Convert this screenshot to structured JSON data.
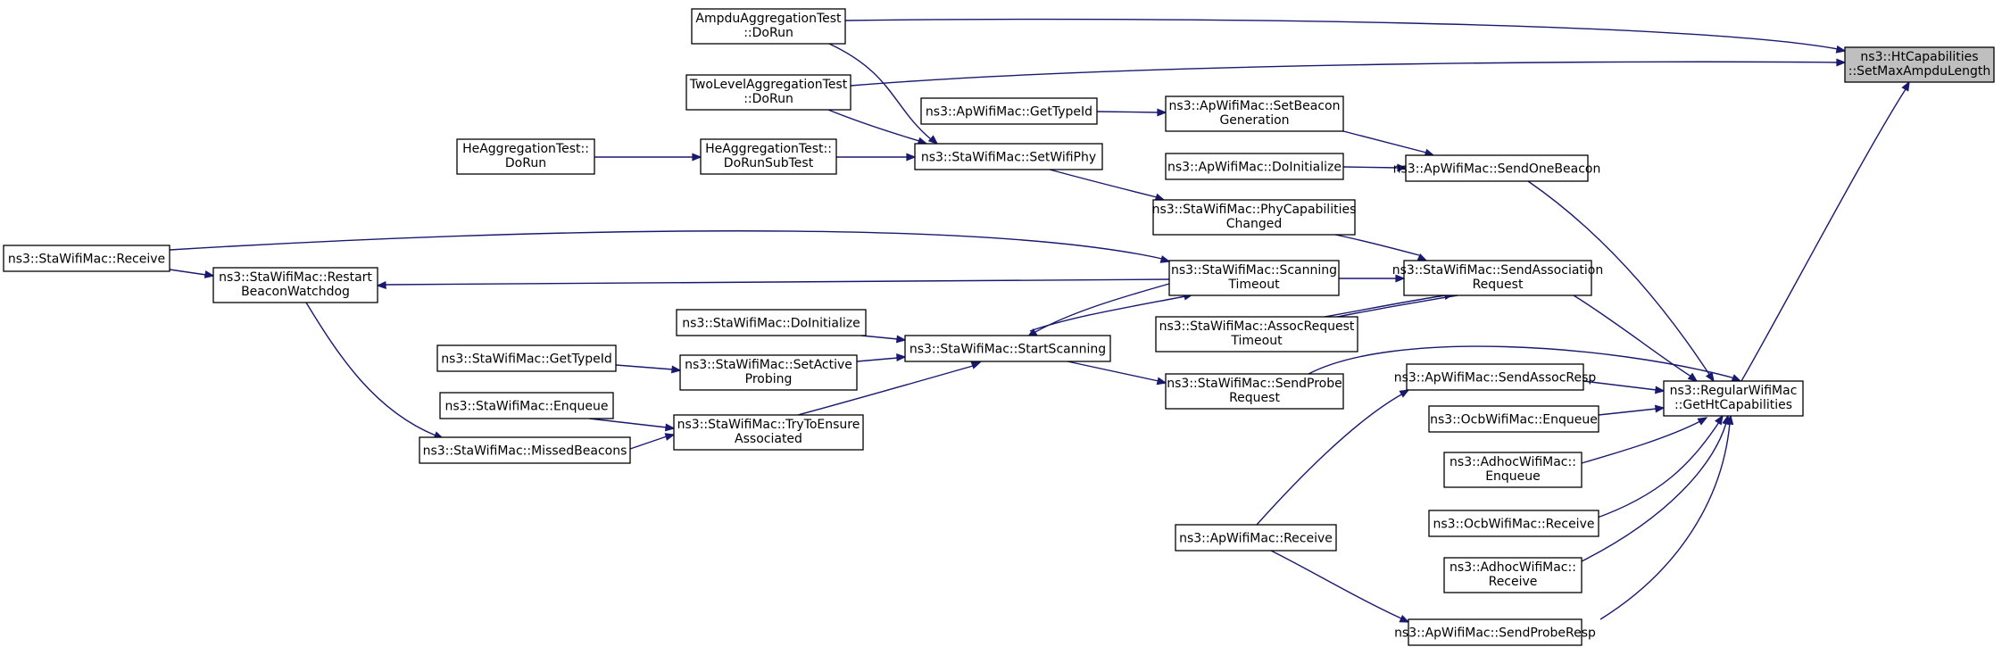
{
  "nodes": {
    "ht_setmax": {
      "lines": [
        "ns3::HtCapabilities",
        "::SetMaxAmpduLength"
      ]
    },
    "ampdu_dorun": {
      "lines": [
        "AmpduAggregationTest",
        "::DoRun"
      ]
    },
    "twolevel_dorun": {
      "lines": [
        "TwoLevelAggregationTest",
        "::DoRun"
      ]
    },
    "he_dorun": {
      "lines": [
        "HeAggregationTest::",
        "DoRun"
      ]
    },
    "he_dorunsub": {
      "lines": [
        "HeAggregationTest::",
        "DoRunSubTest"
      ]
    },
    "ap_gettypeid": {
      "lines": [
        "ns3::ApWifiMac::GetTypeId"
      ]
    },
    "ap_setbeacon": {
      "lines": [
        "ns3::ApWifiMac::SetBeacon",
        "Generation"
      ]
    },
    "sta_setwifiphy": {
      "lines": [
        "ns3::StaWifiMac::SetWifiPhy"
      ]
    },
    "ap_doinitialize": {
      "lines": [
        "ns3::ApWifiMac::DoInitialize"
      ]
    },
    "ap_sendonebeacon": {
      "lines": [
        "ns3::ApWifiMac::SendOneBeacon"
      ]
    },
    "sta_phycap": {
      "lines": [
        "ns3::StaWifiMac::PhyCapabilities",
        "Changed"
      ]
    },
    "sta_receive": {
      "lines": [
        "ns3::StaWifiMac::Receive"
      ]
    },
    "sta_restart": {
      "lines": [
        "ns3::StaWifiMac::Restart",
        "BeaconWatchdog"
      ]
    },
    "sta_scanning": {
      "lines": [
        "ns3::StaWifiMac::Scanning",
        "Timeout"
      ]
    },
    "sta_sendassoc": {
      "lines": [
        "ns3::StaWifiMac::SendAssociation",
        "Request"
      ]
    },
    "sta_doinitialize": {
      "lines": [
        "ns3::StaWifiMac::DoInitialize"
      ]
    },
    "sta_startscanning": {
      "lines": [
        "ns3::StaWifiMac::StartScanning"
      ]
    },
    "sta_assocreqtimeout": {
      "lines": [
        "ns3::StaWifiMac::AssocRequest",
        "Timeout"
      ]
    },
    "sta_gettypeid": {
      "lines": [
        "ns3::StaWifiMac::GetTypeId"
      ]
    },
    "sta_setactive": {
      "lines": [
        "ns3::StaWifiMac::SetActive",
        "Probing"
      ]
    },
    "sta_sendprobe": {
      "lines": [
        "ns3::StaWifiMac::SendProbe",
        "Request"
      ]
    },
    "ap_sendassocresp": {
      "lines": [
        "ns3::ApWifiMac::SendAssocResp"
      ]
    },
    "regular_getht": {
      "lines": [
        "ns3::RegularWifiMac",
        "::GetHtCapabilities"
      ]
    },
    "sta_enqueue": {
      "lines": [
        "ns3::StaWifiMac::Enqueue"
      ]
    },
    "sta_trytoensure": {
      "lines": [
        "ns3::StaWifiMac::TryToEnsure",
        "Associated"
      ]
    },
    "ocb_enqueue": {
      "lines": [
        "ns3::OcbWifiMac::Enqueue"
      ]
    },
    "sta_missedbeacons": {
      "lines": [
        "ns3::StaWifiMac::MissedBeacons"
      ]
    },
    "adhoc_enqueue": {
      "lines": [
        "ns3::AdhocWifiMac::",
        "Enqueue"
      ]
    },
    "ocb_receive": {
      "lines": [
        "ns3::OcbWifiMac::Receive"
      ]
    },
    "ap_receive": {
      "lines": [
        "ns3::ApWifiMac::Receive"
      ]
    },
    "adhoc_receive": {
      "lines": [
        "ns3::AdhocWifiMac::",
        "Receive"
      ]
    },
    "ap_sendproberesp": {
      "lines": [
        "ns3::ApWifiMac::SendProbeResp"
      ]
    }
  },
  "edges": [
    {
      "from": "ampdu_dorun",
      "to": "ht_setmax"
    },
    {
      "from": "twolevel_dorun",
      "to": "ht_setmax"
    },
    {
      "from": "regular_getht",
      "to": "ht_setmax"
    },
    {
      "from": "ampdu_dorun",
      "to": "sta_setwifiphy"
    },
    {
      "from": "twolevel_dorun",
      "to": "sta_setwifiphy"
    },
    {
      "from": "he_dorunsub",
      "to": "sta_setwifiphy"
    },
    {
      "from": "he_dorun",
      "to": "he_dorunsub"
    },
    {
      "from": "ap_gettypeid",
      "to": "ap_setbeacon"
    },
    {
      "from": "ap_setbeacon",
      "to": "ap_sendonebeacon"
    },
    {
      "from": "ap_doinitialize",
      "to": "ap_sendonebeacon"
    },
    {
      "from": "ap_sendonebeacon",
      "to": "regular_getht"
    },
    {
      "from": "sta_setwifiphy",
      "to": "sta_phycap"
    },
    {
      "from": "sta_phycap",
      "to": "sta_sendassoc"
    },
    {
      "from": "sta_receive",
      "to": "sta_scanning"
    },
    {
      "from": "sta_receive",
      "to": "sta_restart"
    },
    {
      "from": "sta_scanning",
      "to": "sta_restart"
    },
    {
      "from": "sta_scanning",
      "to": "sta_sendassoc"
    },
    {
      "from": "sta_scanning",
      "to": "sta_startscanning"
    },
    {
      "from": "sta_startscanning",
      "to": "sta_scanning"
    },
    {
      "from": "sta_sendassoc",
      "to": "regular_getht"
    },
    {
      "from": "sta_sendassoc",
      "to": "sta_assocreqtimeout"
    },
    {
      "from": "sta_assocreqtimeout",
      "to": "sta_sendassoc"
    },
    {
      "from": "sta_doinitialize",
      "to": "sta_startscanning"
    },
    {
      "from": "sta_setactive",
      "to": "sta_startscanning"
    },
    {
      "from": "sta_trytoensure",
      "to": "sta_startscanning"
    },
    {
      "from": "sta_startscanning",
      "to": "sta_sendprobe"
    },
    {
      "from": "sta_sendprobe",
      "to": "regular_getht"
    },
    {
      "from": "sta_gettypeid",
      "to": "sta_setactive"
    },
    {
      "from": "sta_enqueue",
      "to": "sta_trytoensure"
    },
    {
      "from": "sta_missedbeacons",
      "to": "sta_trytoensure"
    },
    {
      "from": "sta_restart",
      "to": "sta_missedbeacons"
    },
    {
      "from": "ap_sendassocresp",
      "to": "regular_getht"
    },
    {
      "from": "ocb_enqueue",
      "to": "regular_getht"
    },
    {
      "from": "adhoc_enqueue",
      "to": "regular_getht"
    },
    {
      "from": "ocb_receive",
      "to": "regular_getht"
    },
    {
      "from": "adhoc_receive",
      "to": "regular_getht"
    },
    {
      "from": "ap_sendproberesp",
      "to": "regular_getht"
    },
    {
      "from": "ap_receive",
      "to": "ap_sendassocresp"
    },
    {
      "from": "ap_receive",
      "to": "ap_sendproberesp"
    }
  ],
  "colors": {
    "edge": "#191970",
    "highlight_fill": "#bfbfbf",
    "node_border": "#000000"
  }
}
